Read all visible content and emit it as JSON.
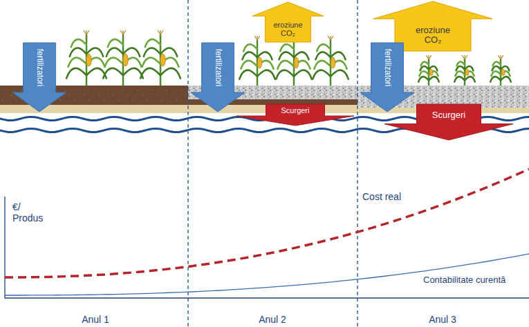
{
  "diagram": {
    "nodes": [
      {
        "text": [
          "fertilizatori"
        ]
      },
      {
        "text": [
          "eroziune CO₂"
        ]
      },
      {
        "text": [
          "fertilizatori"
        ]
      },
      {
        "text": [
          "Scurgeri"
        ]
      },
      {
        "text": [
          "eroziune CO₂"
        ]
      },
      {
        "text": [
          "fertilizatori"
        ]
      },
      {
        "text": [
          "Scurgeri"
        ]
      }
    ],
    "labels": [
      "€/ Produs",
      "Cost real",
      "Contabilitate curentă",
      "Anul 1",
      "Anul 2",
      "Anul 3"
    ]
  }
}
